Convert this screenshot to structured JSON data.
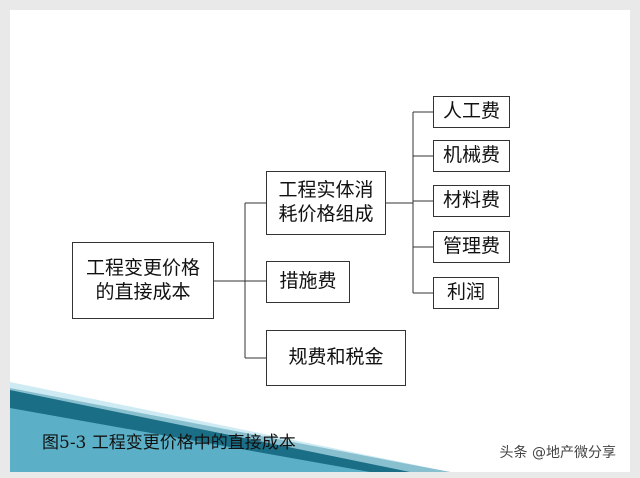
{
  "diagram": {
    "root": {
      "line1": "工程变更价格",
      "line2": "的直接成本"
    },
    "level1": {
      "entity": {
        "line1": "工程实体消",
        "line2": "耗价格组成"
      },
      "measures": "措施费",
      "fees_tax": "规费和税金"
    },
    "level2": [
      "人工费",
      "机械费",
      "材料费",
      "管理费",
      "利润"
    ]
  },
  "caption": "图5-3 工程变更价格中的直接成本",
  "watermark": "头条 @地产微分享",
  "colors": {
    "accent_dark": "#1a6f86",
    "accent_light": "#8fd3e6"
  }
}
